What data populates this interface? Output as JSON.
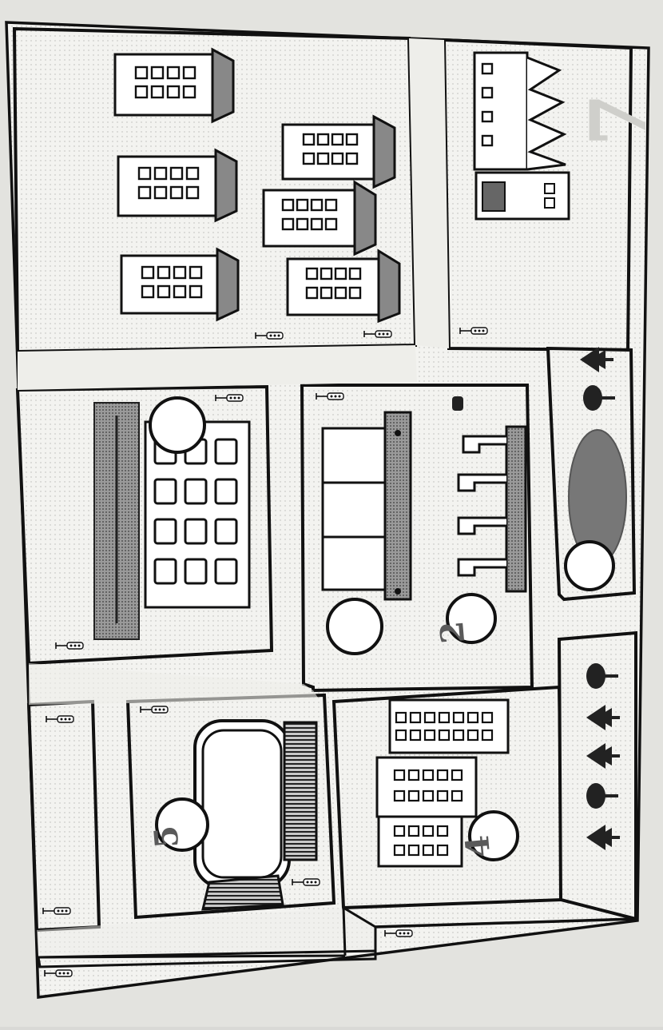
{
  "page_number": "7",
  "map": {
    "paper_color": "#f4f4f1",
    "ink_color": "#111111",
    "shade_color": "#8a8a8a",
    "dark_shade_color": "#4a4a4a",
    "numbered_markers": [
      {
        "id": "marker-2",
        "label": "2"
      },
      {
        "id": "marker-4",
        "label": "4"
      },
      {
        "id": "marker-5",
        "label": "5"
      }
    ],
    "icons": {
      "building": "apartment-building-icon",
      "house": "house-icon",
      "tree": "tree-icon",
      "street_lamp": "street-lamp-icon",
      "pond": "pond-icon"
    }
  }
}
